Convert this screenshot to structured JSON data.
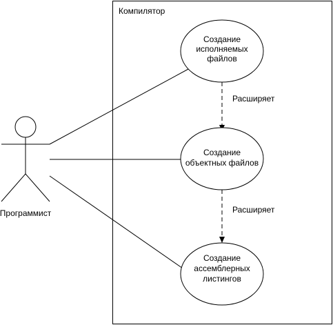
{
  "system": {
    "title": "Компилятор"
  },
  "actor": {
    "name": "Программист"
  },
  "use_cases": [
    {
      "lines": [
        "Создание",
        "исполняемых",
        "файлов"
      ]
    },
    {
      "lines": [
        "Создание",
        "объектных файлов"
      ]
    },
    {
      "lines": [
        "Создание",
        "ассемблерных",
        "листингов"
      ]
    }
  ],
  "relations": [
    {
      "label": "Расширяет"
    },
    {
      "label": "Расширяет"
    }
  ]
}
